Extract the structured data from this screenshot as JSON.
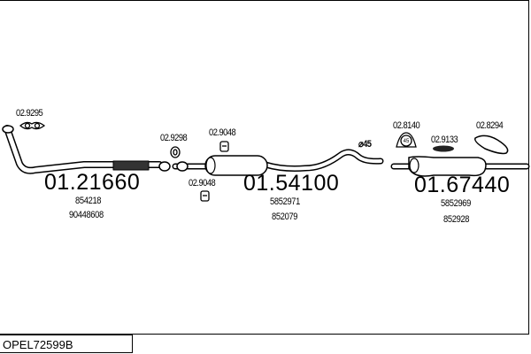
{
  "parts": [
    {
      "number": "01.21660",
      "oe_numbers": [
        "854218",
        "90448608"
      ]
    },
    {
      "number": "01.54100",
      "oe_numbers": [
        "5852971",
        "852079"
      ]
    },
    {
      "number": "01.67440",
      "oe_numbers": [
        "5852969",
        "852928"
      ]
    }
  ],
  "accessories": [
    {
      "ref": "02.9295"
    },
    {
      "ref": "02.9298"
    },
    {
      "ref": "02.9048"
    },
    {
      "ref": "02.9048"
    },
    {
      "ref": "02.8140"
    },
    {
      "ref": "02.9133"
    },
    {
      "ref": "02.8294"
    }
  ],
  "diameter_label": "⌀45",
  "clamp_label": "45",
  "kit_code": "OPEL72599B"
}
